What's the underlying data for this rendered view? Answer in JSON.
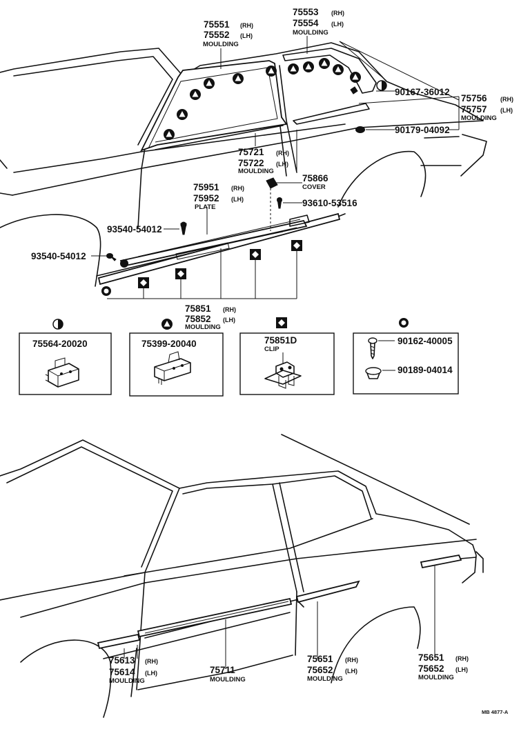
{
  "upper_labels": {
    "p75551": "75551",
    "p75551_side": "(RH)",
    "p75552": "75552",
    "p75552_side": "(LH)",
    "p75551_name": "MOULDING",
    "p75553": "75553",
    "p75553_side": "(RH)",
    "p75554": "75554",
    "p75554_side": "(LH)",
    "p75553_name": "MOULDING",
    "p90167": "90167-36012",
    "p75756": "75756",
    "p75756_side": "(RH)",
    "p75757": "75757",
    "p75757_side": "(LH)",
    "p75756_name": "MOULDING",
    "p90179": "90179-04092",
    "p75721": "75721",
    "p75721_side": "(RH)",
    "p75722": "75722",
    "p75722_side": "(LH)",
    "p75721_name": "MOULDING",
    "p75866": "75866",
    "p75866_name": "COVER",
    "p75951": "75951",
    "p75951_side": "(RH)",
    "p75952": "75952",
    "p75952_side": "(LH)",
    "p75951_name": "PLATE",
    "p93610": "93610-53516",
    "p93540a": "93540-54012",
    "p93540b": "93540-54012",
    "p75851": "75851",
    "p75851_side": "(RH)",
    "p75852": "75852",
    "p75852_side": "(LH)",
    "p75851_name": "MOULDING"
  },
  "detail_boxes": {
    "box1_part": "75564-20020",
    "box2_part": "75399-20040",
    "box3_part": "75851D",
    "box3_name": "CLIP",
    "box4_part1": "90162-40005",
    "box4_part2": "90189-04014"
  },
  "lower_labels": {
    "p75613": "75613",
    "p75613_side": "(RH)",
    "p75614": "75614",
    "p75614_side": "(LH)",
    "p75613_name": "MOULDING",
    "p75711": "75711",
    "p75711_name": "MOULDING",
    "p75651a": "75651",
    "p75651a_side": "(RH)",
    "p75652a": "75652",
    "p75652a_side": "(LH)",
    "p75651a_name": "MOULDING",
    "p75651b": "75651",
    "p75651b_side": "(RH)",
    "p75652b": "75652",
    "p75652b_side": "(LH)",
    "p75651b_name": "MOULDING"
  },
  "reference_code": "MB 4877-A",
  "symbol_legend": [
    {
      "symbol": "half-filled-circle-icon",
      "part": "75564-20020"
    },
    {
      "symbol": "triangle-icon",
      "part": "75399-20040"
    },
    {
      "symbol": "diamond-icon",
      "part": "75851D"
    },
    {
      "symbol": "circle-dot-icon",
      "part": "90162-40005"
    }
  ]
}
